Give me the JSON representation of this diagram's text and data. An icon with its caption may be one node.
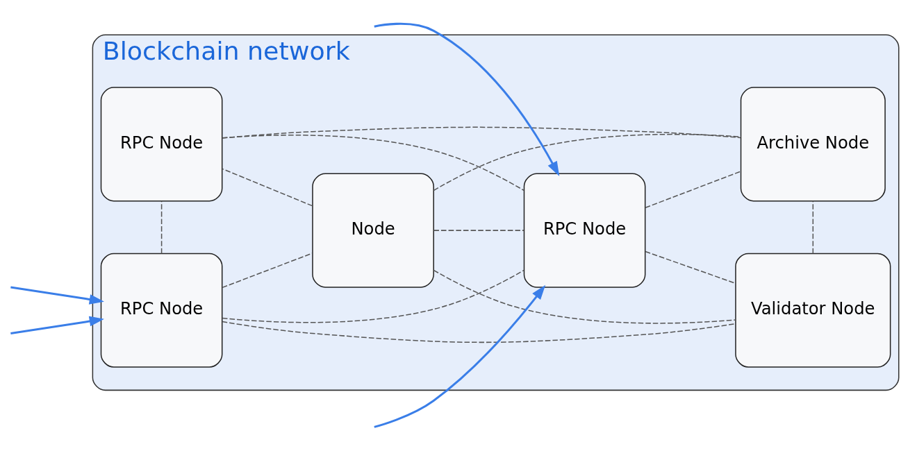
{
  "diagram": {
    "nodes": [
      {
        "text": [
          "Blockchain network"
        ]
      },
      {
        "text": [
          "RPC Node"
        ],
        "in": 0
      },
      {
        "text": [
          "Validator Node"
        ],
        "in": 0
      },
      {
        "text": [
          "Node"
        ],
        "in": 0
      },
      {
        "text": [
          "RPC Node"
        ],
        "in": 0
      },
      {
        "text": [
          "RPC Node"
        ],
        "in": 0
      },
      {
        "text": [
          "Archive Node"
        ],
        "in": 0
      }
    ],
    "edges": [
      {
        "from": null,
        "to": 1,
        "arrow": "to",
        "color": "#3a7ee8"
      },
      {
        "from": null,
        "to": 1,
        "arrow": "to",
        "color": "#3a7ee8"
      },
      {
        "from": null,
        "to": 4,
        "arrow": "to",
        "color": "#3a7ee8"
      },
      {
        "from": null,
        "to": 4,
        "arrow": "to",
        "color": "#3a7ee8"
      },
      {
        "from": 1,
        "to": 2,
        "arrow": "none",
        "style": "dashed"
      },
      {
        "from": 3,
        "to": 2,
        "arrow": "none",
        "style": "dashed"
      },
      {
        "from": 1,
        "to": 3,
        "arrow": "none",
        "style": "dashed"
      },
      {
        "from": 1,
        "to": 5,
        "arrow": "none",
        "style": "dashed"
      },
      {
        "from": 1,
        "to": 4,
        "arrow": "none",
        "style": "dashed"
      },
      {
        "from": 3,
        "to": 4,
        "arrow": "none",
        "style": "dashed"
      },
      {
        "from": 3,
        "to": 5,
        "arrow": "none",
        "style": "dashed"
      },
      {
        "from": 3,
        "to": 6,
        "arrow": "none",
        "style": "dashed"
      },
      {
        "from": 5,
        "to": 4,
        "arrow": "none",
        "style": "dashed"
      },
      {
        "from": 4,
        "to": 2,
        "arrow": "none",
        "style": "dashed"
      },
      {
        "from": 4,
        "to": 6,
        "arrow": "none",
        "style": "dashed"
      },
      {
        "from": 2,
        "to": 6,
        "arrow": "none",
        "style": "dashed"
      },
      {
        "from": 5,
        "to": 6,
        "arrow": "none",
        "style": "dashed"
      }
    ]
  }
}
